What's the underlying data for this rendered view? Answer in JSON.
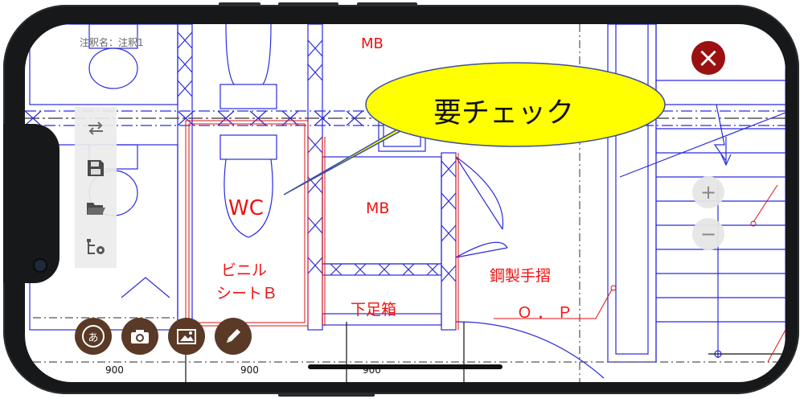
{
  "annotation_name": "注釈名：注釈1",
  "callout": {
    "text": "要チェック",
    "fill_color": "#ffff00",
    "stroke_color": "#3a4fa0"
  },
  "room_labels": {
    "mb_top": "MB",
    "wc": "WC",
    "mb_mid": "MB",
    "vinyl_line1": "ビニル",
    "vinyl_line2": "シートＢ",
    "shoe_box": "下足箱",
    "steel_rail": "鋼製手摺",
    "op": "Ｏ．Ｐ"
  },
  "dimensions": {
    "d1": "900",
    "d2": "900",
    "d3": "900"
  },
  "colors": {
    "plan_lines": "#2a2ae0",
    "annotation_red": "#e11111",
    "button_brown": "#5a3a26",
    "close_red": "#9b1010"
  },
  "toolbar": {
    "items": [
      {
        "name": "undo-redo-icon"
      },
      {
        "name": "save-icon"
      },
      {
        "name": "folder-open-icon"
      },
      {
        "name": "layer-settings-icon"
      }
    ]
  },
  "fab": {
    "text_glyph": "あ",
    "items": [
      "text-input",
      "camera",
      "image",
      "pen"
    ]
  },
  "zoom": {
    "plus": "+",
    "minus": "−"
  },
  "close_icon": "×"
}
